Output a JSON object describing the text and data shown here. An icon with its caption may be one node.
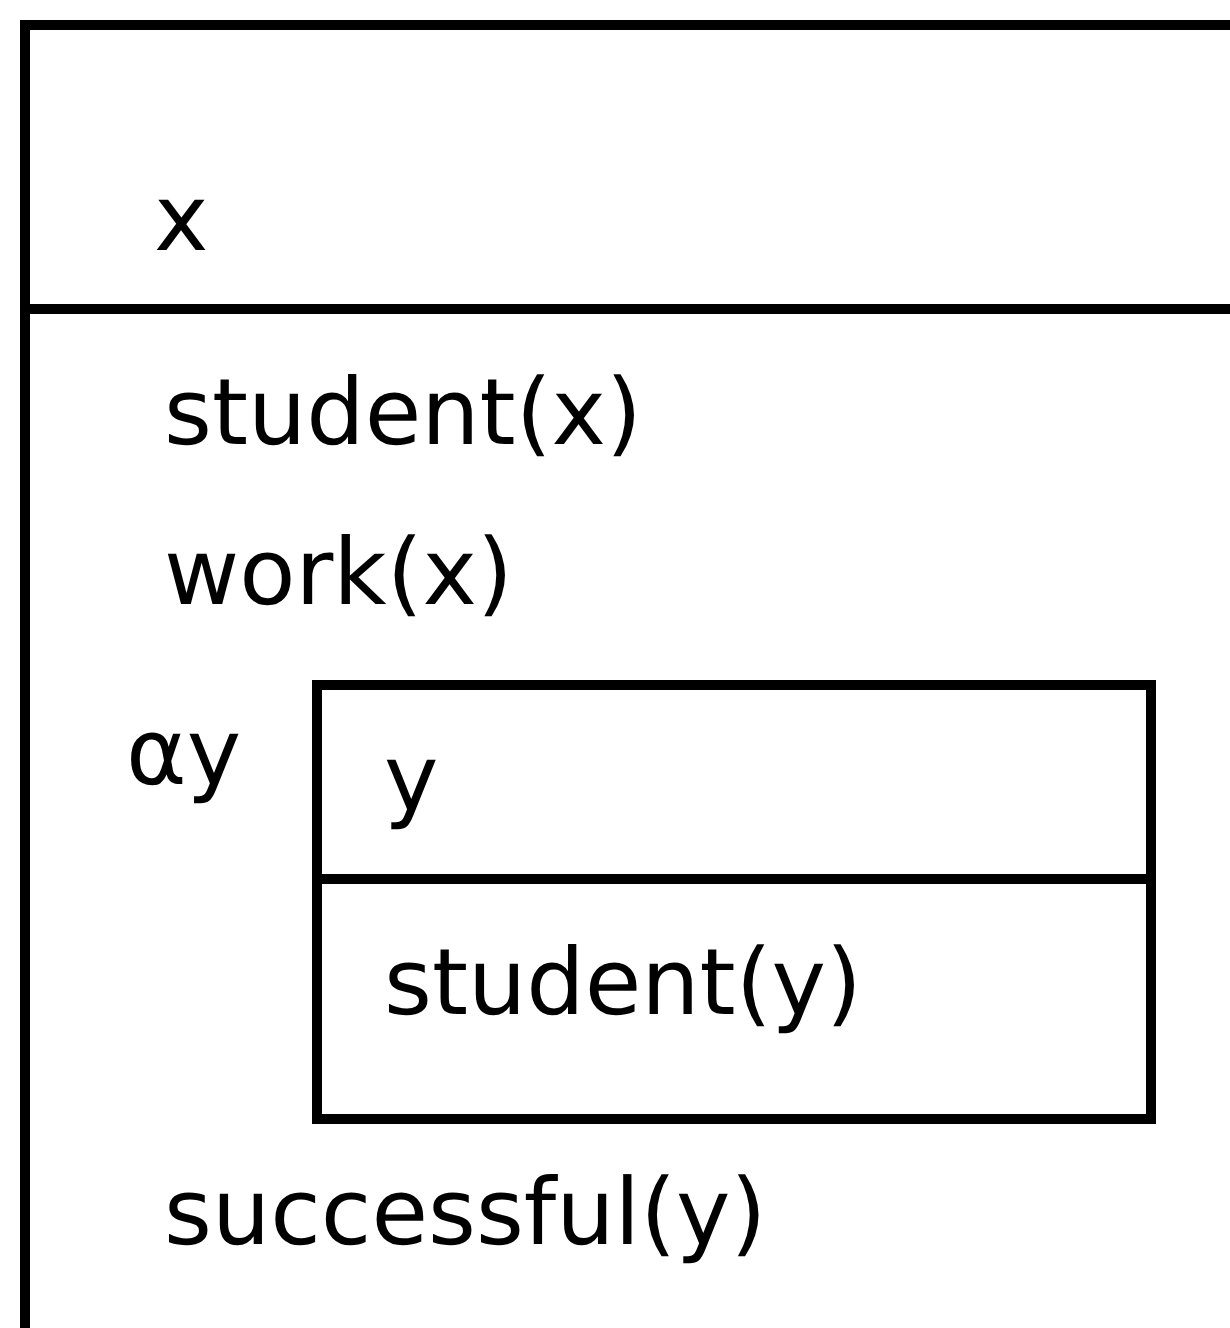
{
  "diagram": {
    "nodes": [
      {
        "text": [
          "x",
          "student(x)",
          "work(x)",
          "successful(y)"
        ]
      },
      {
        "text": [
          "y",
          "student(y)"
        ],
        "in": 0,
        "beside": [
          "αy"
        ]
      }
    ]
  }
}
